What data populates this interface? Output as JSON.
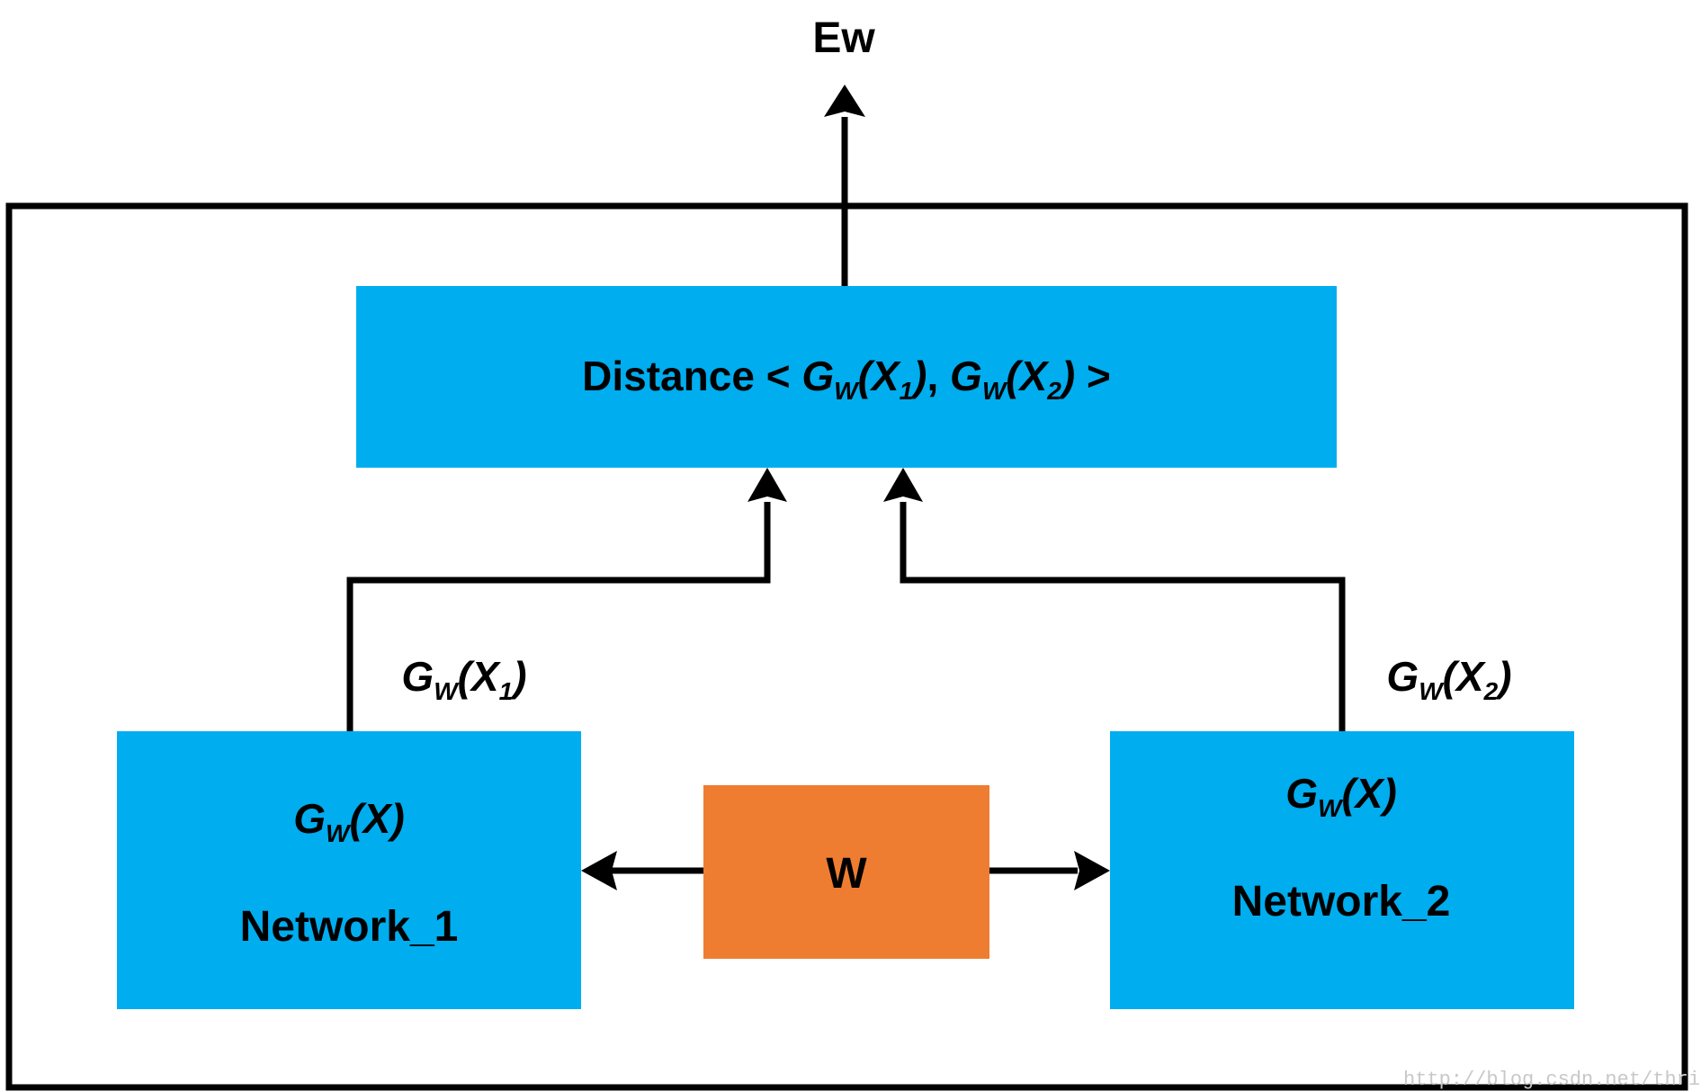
{
  "colors": {
    "box_blue": "#00ADEF",
    "box_orange": "#EE7D31",
    "line": "#000000",
    "background": "#FFFFFF",
    "watermark": "#C8C8C8"
  },
  "output": {
    "label": "Ew"
  },
  "distance": {
    "word": "Distance",
    "open": "<",
    "g1": "G",
    "g1_sub": "W",
    "x1_open": "(",
    "x1": "X",
    "x1_sub": "1",
    "x1_close": ")",
    "comma": ",",
    "g2": "G",
    "g2_sub": "W",
    "x2_open": "(",
    "x2": "X",
    "x2_sub": "2",
    "x2_close": ")",
    "close": ">"
  },
  "edge_left": {
    "g": "G",
    "g_sub": "W",
    "open": "(",
    "x": "X",
    "x_sub": "1",
    "close": ")"
  },
  "edge_right": {
    "g": "G",
    "g_sub": "W",
    "open": "(",
    "x": "X",
    "x_sub": "2",
    "close": ")"
  },
  "network_1": {
    "g": "G",
    "g_sub": "W",
    "open": "(",
    "x": "X",
    "close": ")",
    "name": "Network_1"
  },
  "network_2": {
    "g": "G",
    "g_sub": "W",
    "open": "(",
    "x": "X",
    "close": ")",
    "name": "Network_2"
  },
  "weights": {
    "label": "W"
  },
  "watermark": {
    "text": "http://blog.csdn.net/thriving_fcl"
  }
}
